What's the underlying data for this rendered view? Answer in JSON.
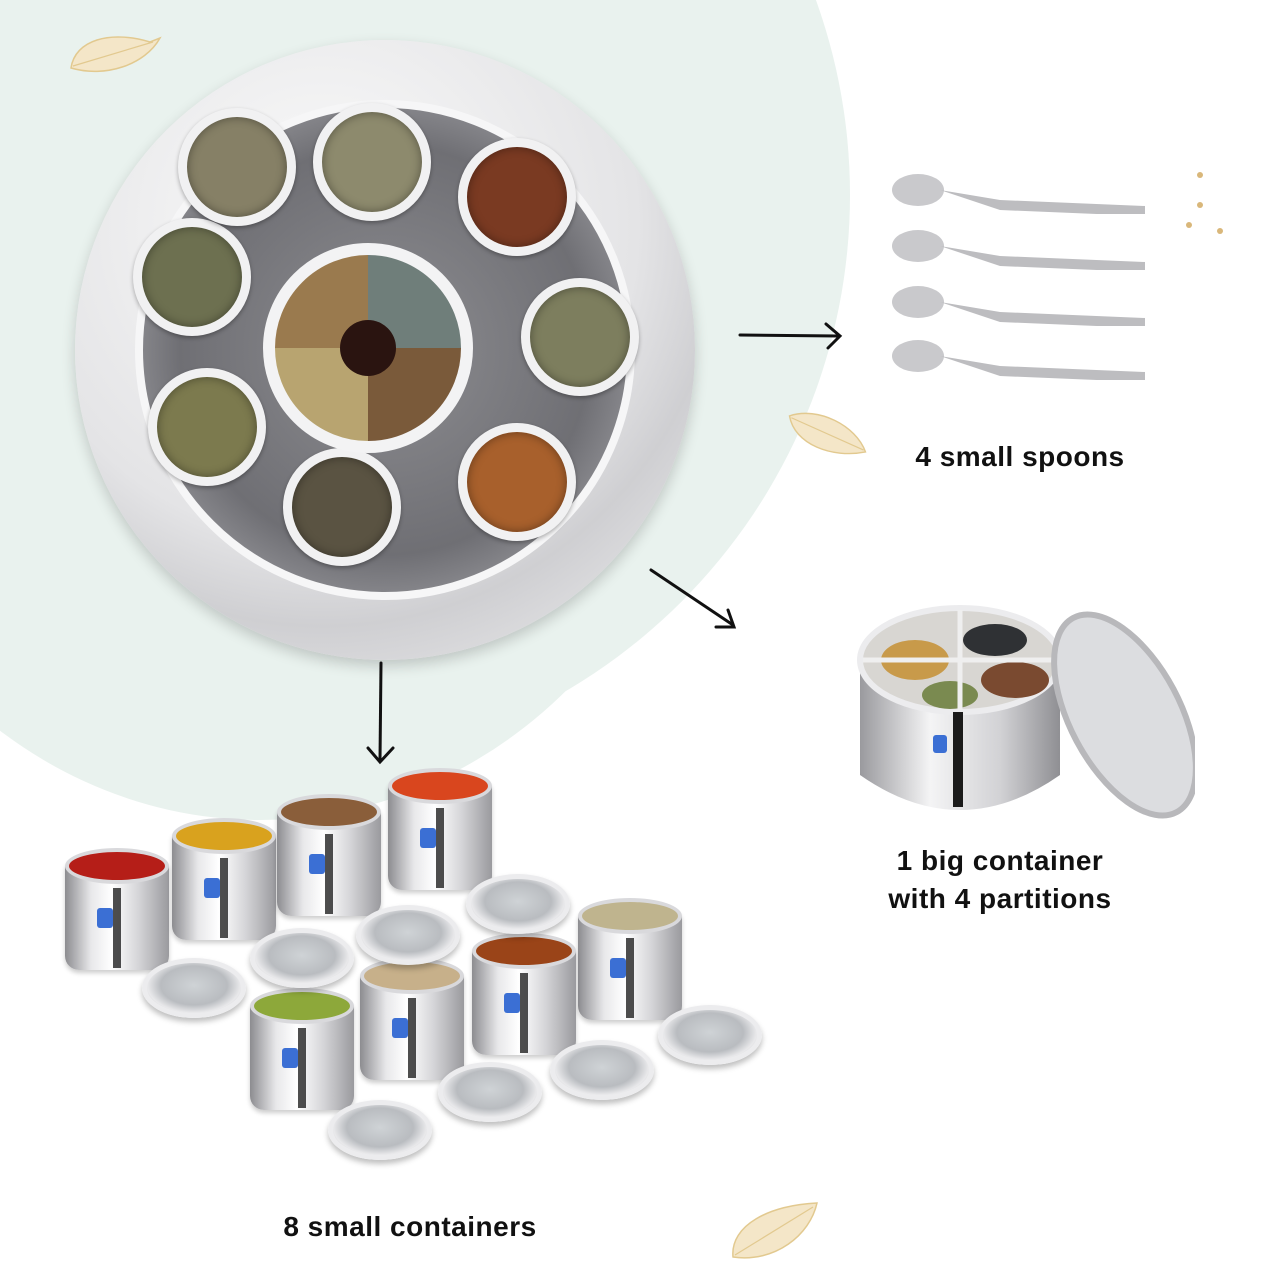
{
  "infographic": {
    "captions": {
      "spoons": "4 small spoons",
      "big_container_line1": "1 big container",
      "big_container_line2": "with 4 partitions",
      "small_containers": "8 small containers"
    },
    "colors": {
      "background": "#ffffff",
      "blob": "#e9f2ee",
      "text": "#111111",
      "badge_blue": "#3b6fd4",
      "leaf": "#ead7b0"
    },
    "icons": [
      "leaf-icon",
      "arrow-right-icon",
      "arrow-down-right-icon",
      "arrow-down-icon"
    ]
  }
}
